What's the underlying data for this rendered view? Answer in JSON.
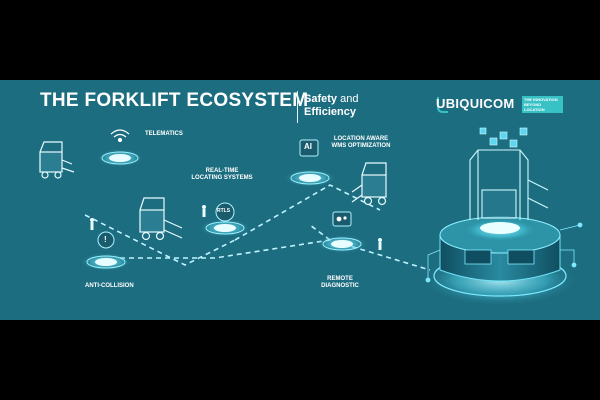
{
  "header": {
    "title": "THE FORKLIFT ECOSYSTEM",
    "subtitle_line1": "Safety",
    "subtitle_and": " and",
    "subtitle_line2": "Efficiency"
  },
  "brand": {
    "name": "UBIQUICOM",
    "tagline": "THE INNOVATION BEYOND LOCATION"
  },
  "nodes": {
    "telematics": {
      "label": "TELEMATICS"
    },
    "rtls": {
      "label_line1": "REAL-TIME",
      "label_line2": "LOCATING SYSTEMS",
      "icon_text": "RTLS"
    },
    "wms": {
      "label_line1": "LOCATION AWARE",
      "label_line2": "WMS OPTIMIZATION",
      "icon_text": "AI"
    },
    "anti_collision": {
      "label": "ANTI-COLLISION",
      "icon_text": "!"
    },
    "remote": {
      "label_line1": "REMOTE",
      "label_line2": "DIAGNOSTIC"
    }
  },
  "colors": {
    "background": "#1d6d80",
    "accent": "#39c2c6",
    "glow": "#7fe9ff",
    "text": "#ffffff"
  }
}
